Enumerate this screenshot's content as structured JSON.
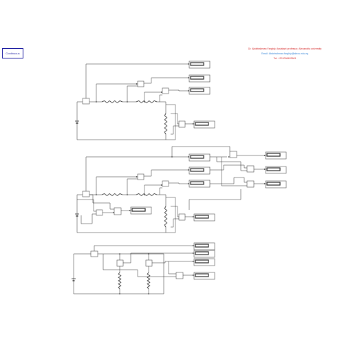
{
  "powergui": {
    "label": "Continuous"
  },
  "credits": {
    "name": "Dr. Abdelrahman Farghly, Assistant professor, Alexandria university",
    "email": "Email: Abdelrahman.farghly@alexu.edu.eg",
    "tel": "Tel: +201008402861"
  },
  "colors": {
    "wire": "#222222",
    "powergui_border": "#1a1aa0",
    "name": "#d42222",
    "email": "#2a7fd6"
  }
}
